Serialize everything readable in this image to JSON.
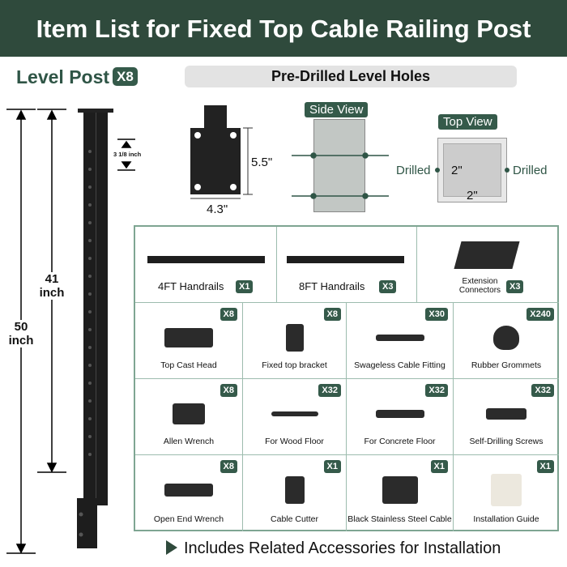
{
  "title": "Item List for Fixed Top Cable Railing Post",
  "level_post": {
    "label": "Level Post",
    "qty": "X8"
  },
  "dimensions": {
    "total_height": "50\ninch",
    "total_label_num": "50",
    "total_label_unit": "inch",
    "upper_num": "41",
    "upper_unit": "inch",
    "spacing": "3 1/8 inch"
  },
  "pre_drilled": {
    "title": "Pre-Drilled Level Holes",
    "base_height": "5.5\"",
    "base_width": "4.3\"",
    "side_view": "Side View",
    "top_view": "Top View",
    "drilled_left": "Drilled",
    "drilled_right": "Drilled",
    "top_w": "2\"",
    "top_h": "2\""
  },
  "items_row1": [
    {
      "name": "4FT Handrails",
      "qty": "X1"
    },
    {
      "name": "8FT Handrails",
      "qty": "X3"
    },
    {
      "name": "Extension Connectors",
      "qty": "X3"
    }
  ],
  "items": [
    {
      "name": "Top Cast Head",
      "qty": "X8"
    },
    {
      "name": "Fixed top bracket",
      "qty": "X8"
    },
    {
      "name": "Swageless Cable Fitting",
      "qty": "X30"
    },
    {
      "name": "Rubber Grommets",
      "qty": "X240"
    },
    {
      "name": "Allen Wrench",
      "qty": "X8"
    },
    {
      "name": "For Wood Floor",
      "qty": "X32"
    },
    {
      "name": "For Concrete Floor",
      "qty": "X32"
    },
    {
      "name": "Self-Drilling Screws",
      "qty": "X32"
    },
    {
      "name": "Open End Wrench",
      "qty": "X8"
    },
    {
      "name": "Cable Cutter",
      "qty": "X1"
    },
    {
      "name": "Black Stainless Steel Cable",
      "qty": "X1"
    },
    {
      "name": "Installation Guide",
      "qty": "X1"
    }
  ],
  "footer": "Includes Related Accessories for Installation"
}
